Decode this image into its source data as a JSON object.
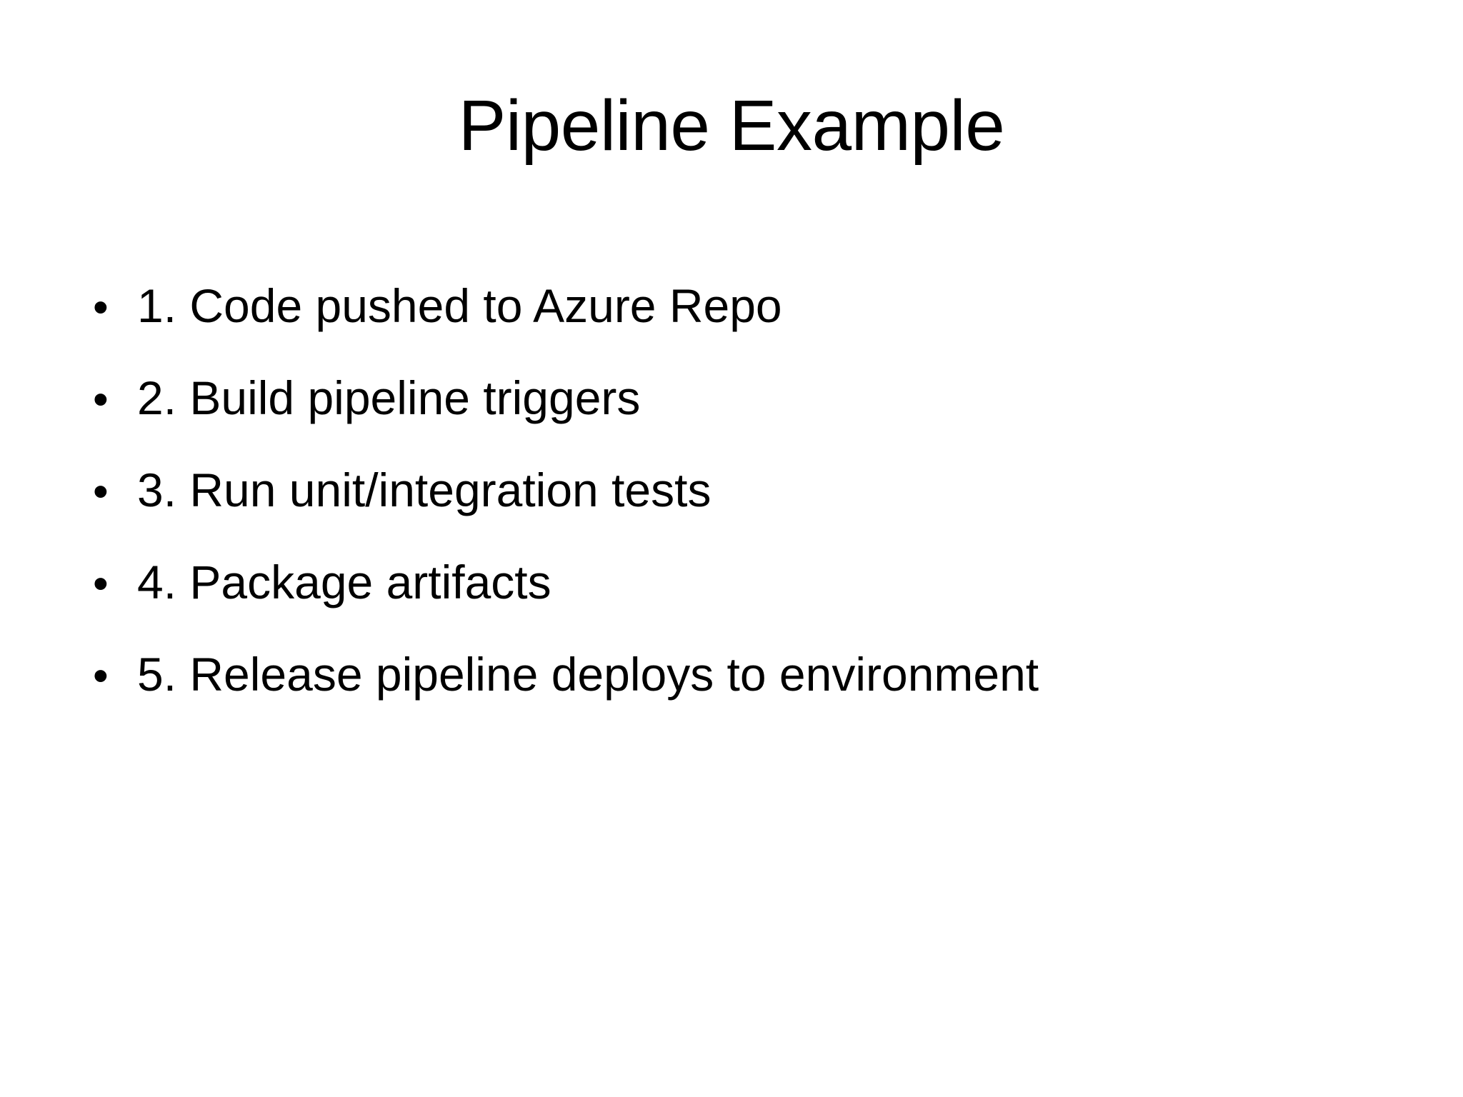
{
  "slide": {
    "title": "Pipeline Example",
    "background_color": "#ffffff",
    "text_color": "#000000",
    "bullet_glyph": "•",
    "bullets": [
      {
        "marker": "•",
        "text": "1. Code pushed to Azure Repo"
      },
      {
        "marker": "•",
        "text": "2. Build pipeline triggers"
      },
      {
        "marker": "•",
        "text": "3. Run unit/integration tests"
      },
      {
        "marker": "•",
        "text": "4. Package artifacts"
      },
      {
        "marker": "•",
        "text": "5. Release pipeline deploys to environment"
      }
    ]
  }
}
